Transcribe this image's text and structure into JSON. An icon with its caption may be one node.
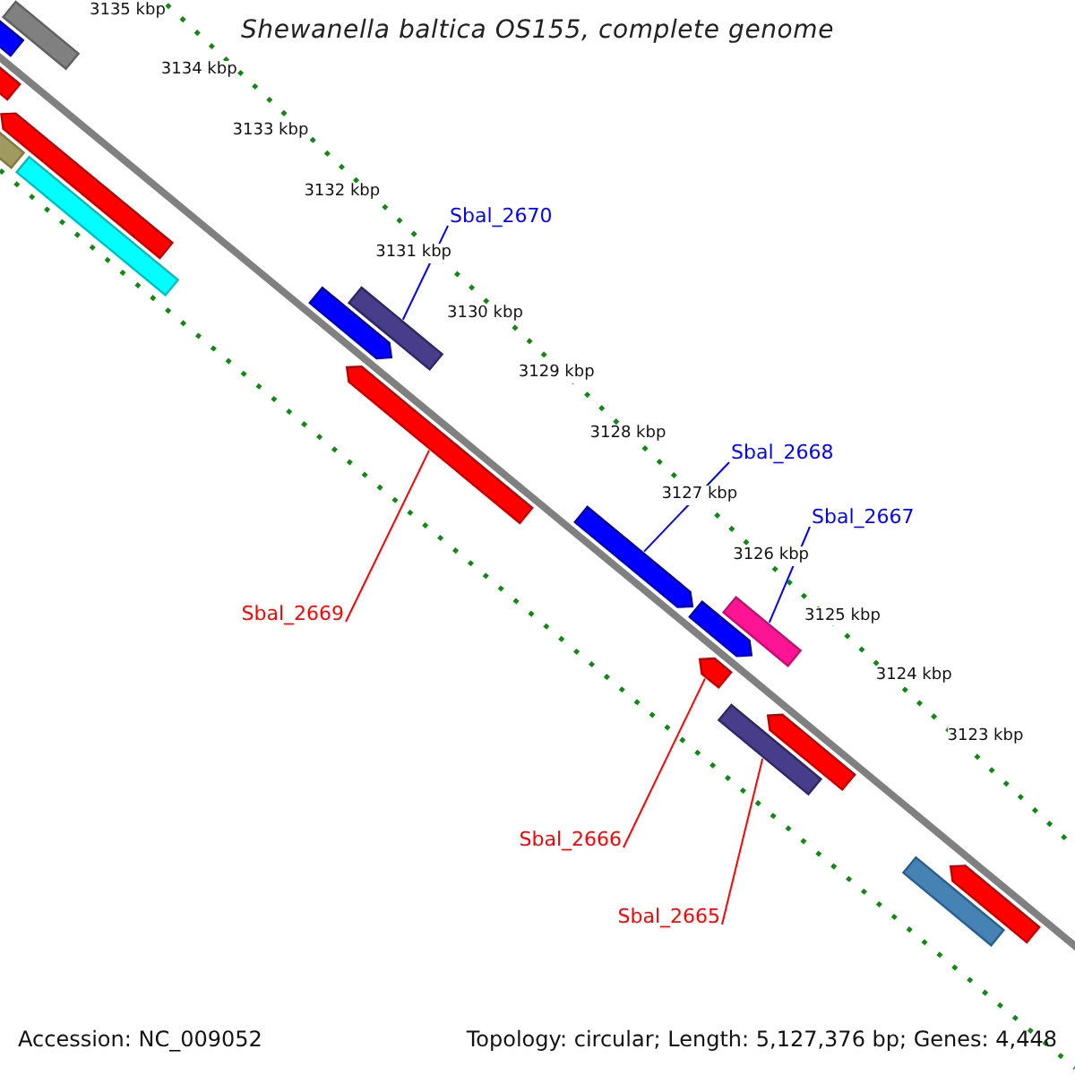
{
  "diagram": {
    "title": "Shewanella baltica OS155, complete genome",
    "nodes": [
      {
        "text": [
          "Sbal_2670"
        ]
      },
      {
        "text": [],
        "shape": "bar"
      },
      {
        "text": [
          "Sbal_2668"
        ]
      },
      {
        "text": [],
        "shape": "bar"
      },
      {
        "text": [
          "Sbal_2667"
        ]
      },
      {
        "text": [],
        "shape": "bar"
      },
      {
        "text": [
          "Sbal_2669"
        ]
      },
      {
        "text": [],
        "shape": "bar"
      },
      {
        "text": [
          "Sbal_2666"
        ]
      },
      {
        "text": [],
        "shape": "bar"
      },
      {
        "text": [
          "Sbal_2665"
        ]
      },
      {
        "text": [],
        "shape": "bar"
      },
      {
        "text": [],
        "shape": "bar"
      },
      {
        "text": [],
        "shape": "bar"
      },
      {
        "text": [],
        "shape": "bar"
      },
      {
        "text": [],
        "shape": "bar"
      },
      {
        "text": [],
        "shape": "bar"
      },
      {
        "text": [],
        "shape": "bar"
      },
      {
        "text": [],
        "shape": "bar"
      },
      {
        "text": [],
        "shape": "bar"
      },
      {
        "text": [],
        "shape": "bar"
      },
      {
        "text": [],
        "shape": "bar"
      },
      {
        "text": [],
        "shape": "bar"
      }
    ],
    "edges": [
      {
        "from": 0,
        "to": 1,
        "arrow": "none"
      },
      {
        "from": 2,
        "to": 3,
        "arrow": "none"
      },
      {
        "from": 4,
        "to": 5,
        "arrow": "none"
      },
      {
        "from": 6,
        "to": 7,
        "arrow": "none",
        "color": "#ff0000"
      },
      {
        "from": 8,
        "to": 9,
        "arrow": "none",
        "color": "#ff0000"
      },
      {
        "from": 10,
        "to": 11,
        "arrow": "none",
        "color": "#ff0000"
      }
    ],
    "labels": [
      "3135 kbp",
      "3134 kbp",
      "3133 kbp",
      "3132 kbp",
      "3131 kbp",
      "3130 kbp",
      "3129 kbp",
      "3128 kbp",
      "3127 kbp",
      "3126 kbp",
      "3125 kbp",
      "3124 kbp",
      "3123 kbp",
      "Accession: NC_009052",
      "Topology: circular; Length: 5,127,376 bp; Genes: 4,448"
    ]
  }
}
